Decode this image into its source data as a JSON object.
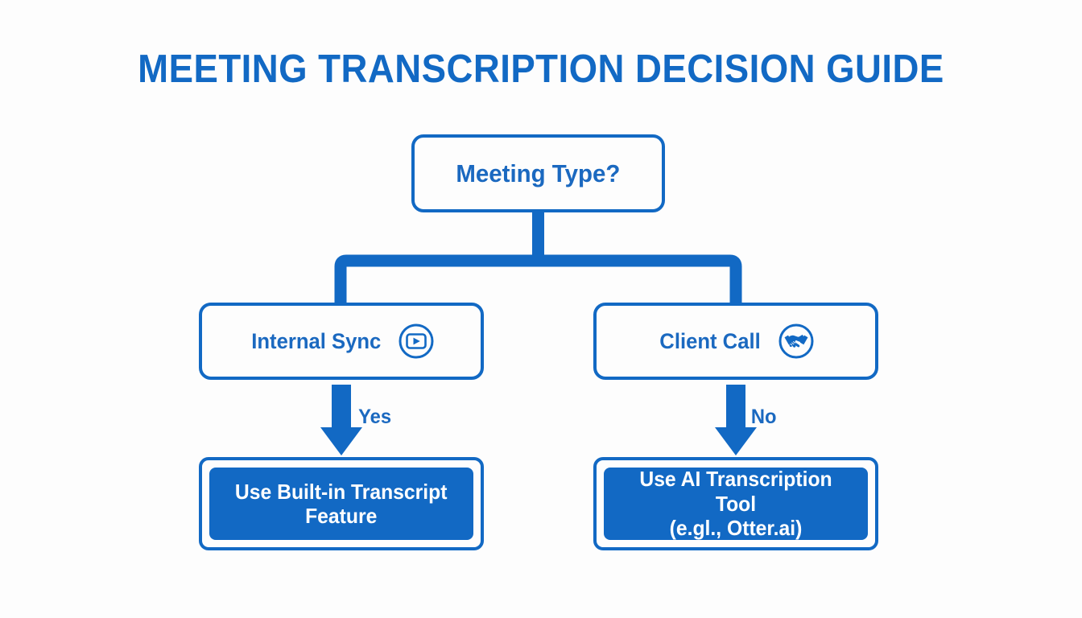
{
  "page": {
    "title": "MEETING TRANSCRIPTION DECISION GUIDE",
    "background_color": "#fdfdfd",
    "accent_color": "#1269c4",
    "text_color": "#1b69c0"
  },
  "flowchart": {
    "root": {
      "label": "Meeting Type?"
    },
    "branches": [
      {
        "label": "Internal Sync",
        "icon": "video-play-icon",
        "edge_label": "Yes",
        "outcome": "Use Built-in Transcript Feature"
      },
      {
        "label": "Client Call",
        "icon": "handshake-icon",
        "edge_label": "No",
        "outcome": "Use AI Transcription Tool (e.gl., Otter.ai)"
      }
    ],
    "outcomes": [
      {
        "line1": "Use Built-in Transcript",
        "line2": "Feature"
      },
      {
        "line1": "Use AI Transcription Tool",
        "line2": "(e.gl., Otter.ai)"
      }
    ]
  }
}
